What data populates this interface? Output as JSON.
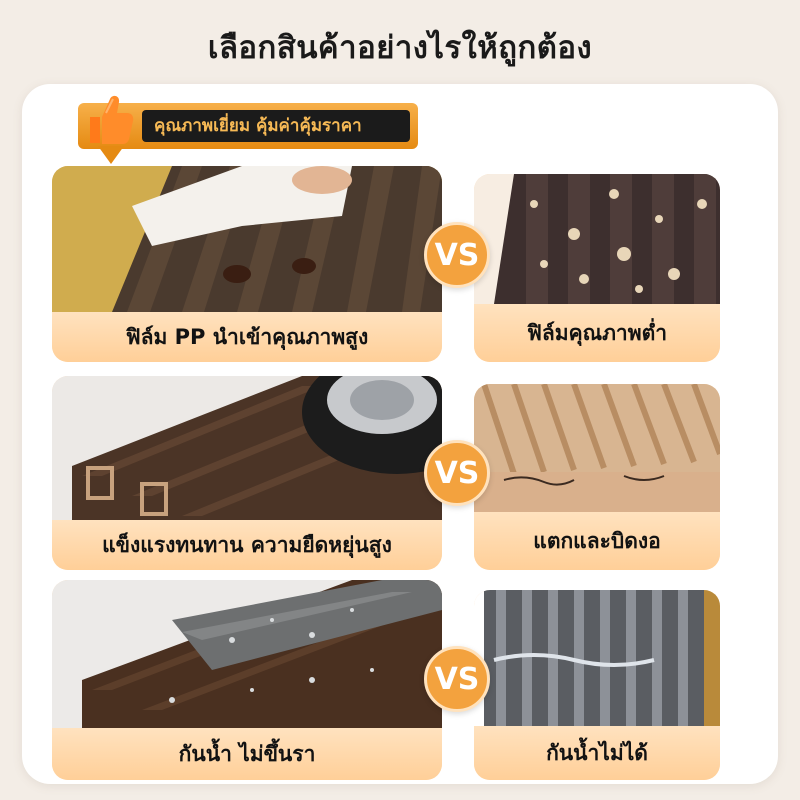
{
  "title": "เลือกสินค้าอย่างไรให้ถูกต้อง",
  "badge": {
    "text": "คุณภาพเยี่ยม คุ้มค่าคุ้มราคา",
    "icon": "thumbs-up-icon"
  },
  "vs_label": "VS",
  "colors": {
    "accent": "#f3a23e",
    "caption_bg": "#ffd9ae",
    "badge_text": "#f6b955"
  },
  "rows": [
    {
      "good_caption": "ฟิล์ม PP นำเข้าคุณภาพสูง",
      "bad_caption": "ฟิล์มคุณภาพต่ำ"
    },
    {
      "good_caption": "แข็งแรงทนทาน ความยืดหยุ่นสูง",
      "bad_caption": "แตกและบิดงอ"
    },
    {
      "good_caption": "กันน้ำ ไม่ขึ้นรา",
      "bad_caption": "กันน้ำไม่ได้"
    }
  ]
}
